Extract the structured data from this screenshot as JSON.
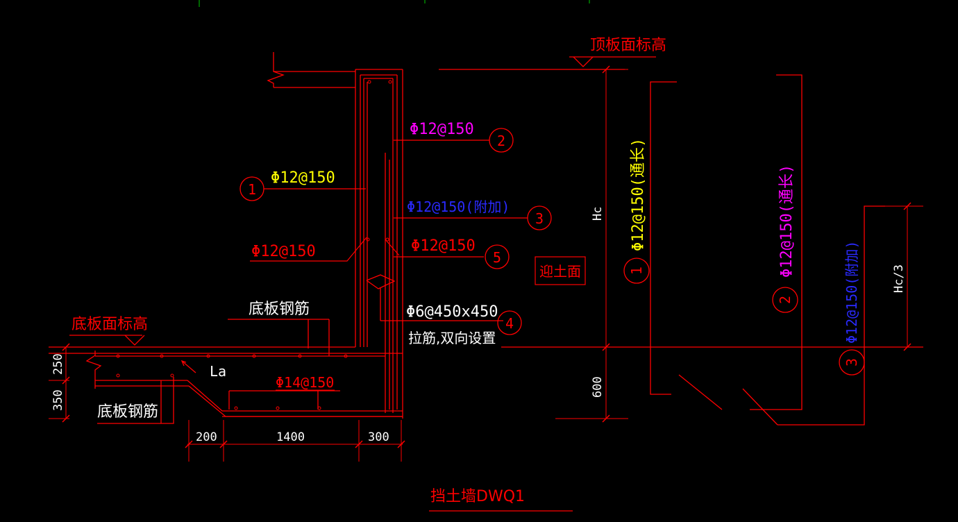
{
  "colors": {
    "background": "#000000",
    "line_red": "#ff0000",
    "text_yellow": "#ffff00",
    "text_magenta": "#ff00ff",
    "text_blue": "#2a2aff",
    "text_white": "#ffffff",
    "text_red": "#ff0000",
    "tick_green": "#00cc00"
  },
  "labels": {
    "top_slab_elevation": "顶板面标高",
    "bottom_slab_elevation": "底板面标高",
    "bottom_rebar_1": "底板钢筋",
    "bottom_rebar_2": "底板钢筋",
    "anchor": "La",
    "soil_face": "迎土面",
    "tie_bars_note": "拉筋,双向设置",
    "title": "挡土墙DWQ1",
    "hc": "Hc",
    "hc3": "Hc/3"
  },
  "rebar": {
    "r1": "Φ12@150",
    "r2": "Φ12@150",
    "r3": "Φ12@150(附加)",
    "r5": "Φ12@150",
    "r_left": "Φ12@150",
    "r4": "Φ6@450x450",
    "r_slab": "Φ14@150",
    "elev_1": "Φ12@150(通长)",
    "elev_2": "Φ12@150(通长)",
    "elev_3": "Φ12@150(附加)"
  },
  "callouts": {
    "c1": "1",
    "c2": "2",
    "c3": "3",
    "c4": "4",
    "c5": "5",
    "e1": "1",
    "e2": "2",
    "e3": "3"
  },
  "dimensions": {
    "d250": "250",
    "d350": "350",
    "d200": "200",
    "d1400": "1400",
    "d300": "300",
    "d600": "600"
  }
}
